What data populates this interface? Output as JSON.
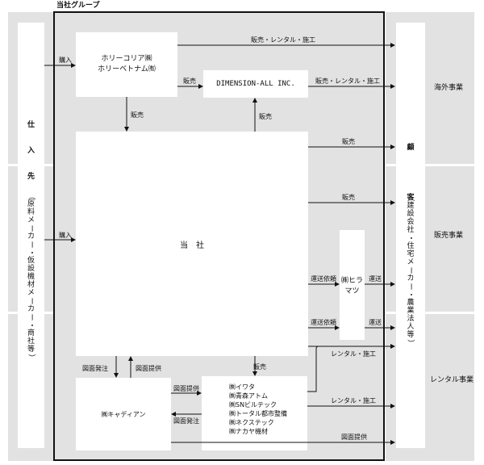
{
  "group_label": "当社グループ",
  "segments": {
    "overseas": "海外事業",
    "sales": "販売事業",
    "rental": "レンタル事業"
  },
  "supplier_chars": [
    "仕",
    "入",
    "先"
  ],
  "supplier_detail": "（原料メーカー・仮設機材メーカー・商社等）",
  "customer_chars": [
    "顧",
    "客"
  ],
  "customer_detail": "（建設会社・住宅メーカー・農業法人等）",
  "boxes": {
    "hory_korea": "ホリーコリア㈱",
    "hory_vietnam": "ホリーベトナム㈲",
    "dimension_all": "DIMENSION-ALL INC.",
    "company": "当　社",
    "hiramatsu": "㈱ヒラマツ",
    "cadian": "㈱キャディアン",
    "subsidiaries": [
      "㈱イワタ",
      "㈱青森アトム",
      "㈱SNビルテック",
      "㈱トータル都市整備",
      "㈱ネクステック",
      "㈱ナカヤ機材"
    ]
  },
  "labels": {
    "purchase": "購入",
    "sales": "販売",
    "sales_rental_construction": "販売・レンタル・施工",
    "transport_request": "運送依頼",
    "transport": "運送",
    "rental_construction": "レンタル・施工",
    "drawing_order": "図面発注",
    "drawing_provision": "図面提供"
  }
}
